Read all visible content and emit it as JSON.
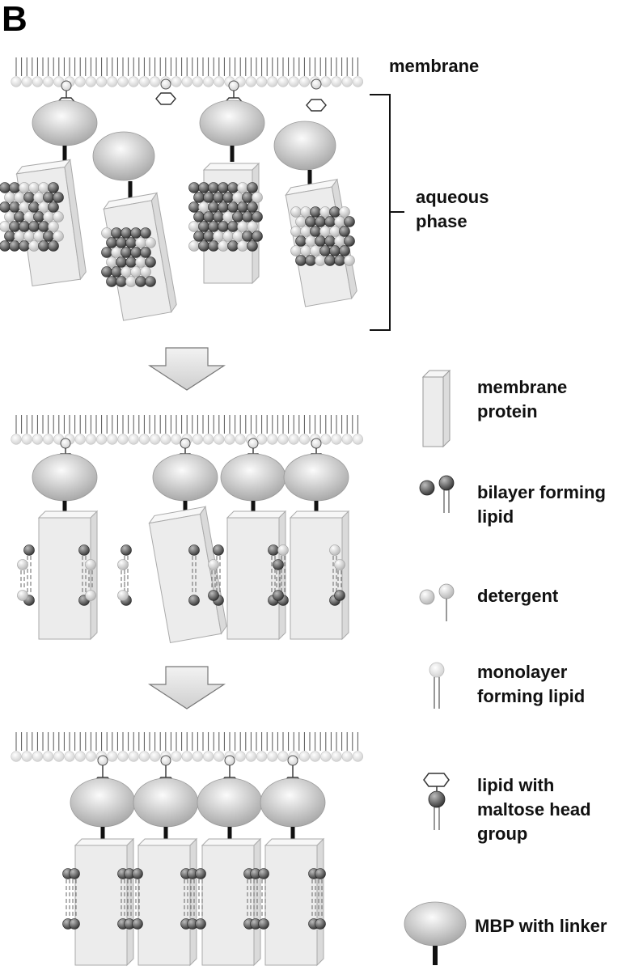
{
  "panel_letter": "B",
  "top_labels": {
    "membrane": "membrane",
    "aqueous_line1": "aqueous",
    "aqueous_line2": "phase"
  },
  "legend": {
    "membrane_protein": [
      "membrane",
      "protein"
    ],
    "bilayer_lipid": [
      "bilayer forming",
      "lipid"
    ],
    "detergent": [
      "detergent"
    ],
    "monolayer_lipid": [
      "monolayer",
      "forming lipid"
    ],
    "maltose_lipid": [
      "lipid with",
      "maltose head",
      "group"
    ],
    "mbp_linker": [
      "MBP with linker"
    ]
  },
  "colors": {
    "protein_fill": "#ececec",
    "mbp_fill": "#d2d2d2",
    "lipid_dark": "#555555",
    "detergent_light": "#d6d6d6",
    "arrow_fill": "#e0e0e0"
  }
}
